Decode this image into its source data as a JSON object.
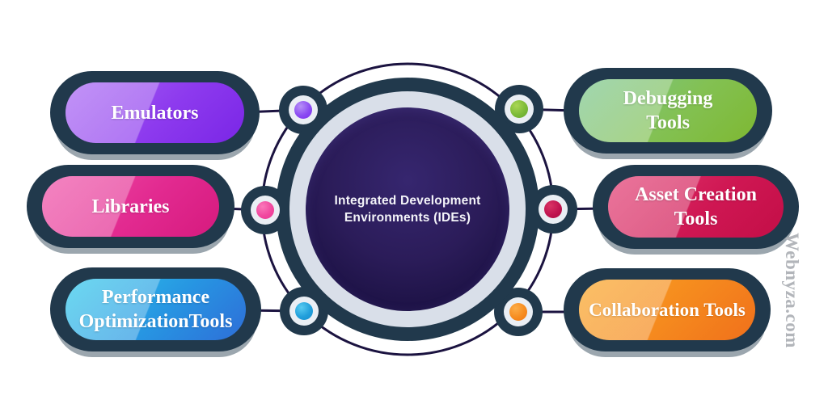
{
  "center": {
    "title_line1": "Integrated Development",
    "title_line2": "Environments (IDEs)"
  },
  "nodes": [
    {
      "label": "Emulators",
      "side": "left",
      "color_light": "#a764f3",
      "color_dark": "#7a26e6",
      "dot_color": "#7a2dee"
    },
    {
      "label": "Libraries",
      "side": "left",
      "color_light": "#ef4ea6",
      "color_dark": "#d61a7e",
      "dot_color": "#ea3591"
    },
    {
      "label": "Performance OptimizationTools",
      "side": "left",
      "color_light": "#2bc8ea",
      "color_dark": "#2e6ed8",
      "dot_color": "#128ccd"
    },
    {
      "label": "Debugging Tools",
      "side": "right",
      "color_light": "#77c48d",
      "color_dark": "#7eb832",
      "dot_color": "#63a42c"
    },
    {
      "label": "Asset Creation Tools",
      "side": "right",
      "color_light": "#e2386f",
      "color_dark": "#c30e47",
      "dot_color": "#ab0a3f"
    },
    {
      "label": "Collaboration Tools",
      "side": "right",
      "color_light": "#f9a422",
      "color_dark": "#f0701b",
      "dot_color": "#ef7512"
    }
  ],
  "watermark": "Webnyza.com",
  "theme": {
    "outline_navy": "#21394c",
    "ring_gray": "#d9dfe9",
    "hub_fill_center": "#36266f",
    "hub_fill_edge": "#150c33",
    "connector_line": "#1b1340",
    "text_on_fill": "#ffffff",
    "watermark_gray": "#b2b5ba",
    "background": "#ffffff"
  }
}
